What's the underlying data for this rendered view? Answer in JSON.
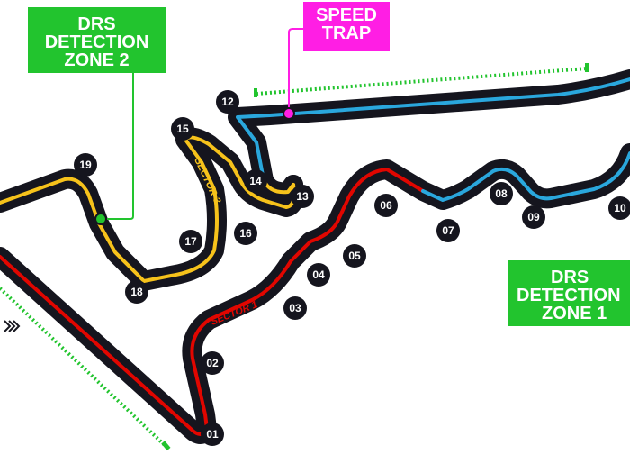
{
  "colors": {
    "track_outline": "#15151e",
    "sector1": "#e10600",
    "sector2": "#2aa7dd",
    "sector3": "#f6c21b",
    "drs_zone": "#22c42e",
    "speed_trap": "#ff1ee4",
    "sector_label_s3": "#f6c21b",
    "sector_label_s1": "#e10600"
  },
  "callouts": {
    "drs_zone_2": [
      "DRS",
      "DETECTION",
      "ZONE 2"
    ],
    "speed_trap": [
      "SPEED",
      "TRAP"
    ],
    "drs_zone_1": [
      "DRS",
      "DETECTION",
      "ZONE 1"
    ]
  },
  "sector_labels": {
    "sector1": "SECTOR 1",
    "sector3": "SECTOR 3"
  },
  "turns": [
    "01",
    "02",
    "03",
    "04",
    "05",
    "06",
    "07",
    "08",
    "09",
    "10",
    "12",
    "13",
    "14",
    "15",
    "16",
    "17",
    "18",
    "19"
  ]
}
